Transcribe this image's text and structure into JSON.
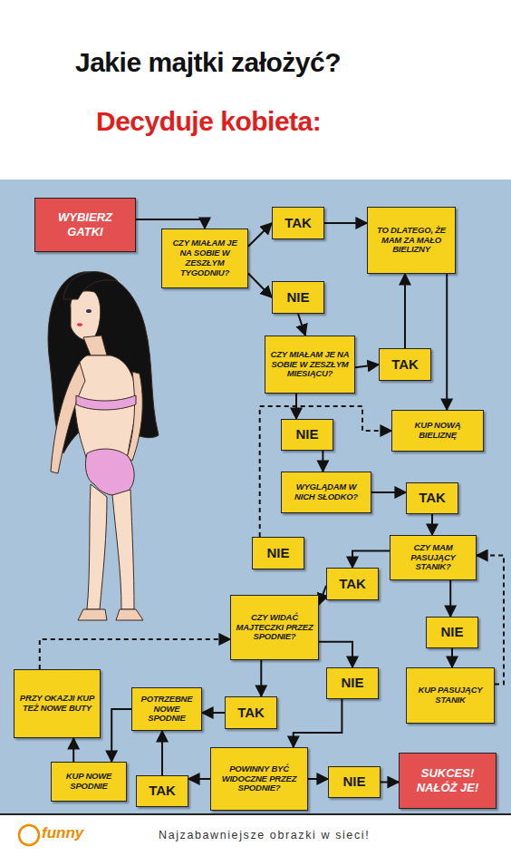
{
  "diagram": {
    "title": "Jakie majtki założyć?",
    "nodes": [
      {
        "text": [
          "WYBIERZ GATKI"
        ]
      },
      {
        "text": [
          "CZY MIAŁAM JE NA SOBIE W ZESZŁYM TYGODNIU?"
        ]
      },
      {
        "text": [
          "TAK"
        ]
      },
      {
        "text": [
          "TO DLATEGO, ŻE MAM ZA MAŁO BIELIZNY"
        ]
      },
      {
        "text": [
          "NIE"
        ]
      },
      {
        "text": [
          "CZY MIAŁAM JE NA SOBIE W ZESZŁYM MIESIĄCU?"
        ]
      },
      {
        "text": [
          "TAK"
        ]
      },
      {
        "text": [
          "NIE"
        ]
      },
      {
        "text": [
          "KUP NOWĄ BIELIZNĘ"
        ]
      },
      {
        "text": [
          "WYGLĄDAM W NICH SŁODKO?"
        ]
      },
      {
        "text": [
          "TAK"
        ]
      },
      {
        "text": [
          "NIE"
        ]
      },
      {
        "text": [
          "CZY MAM PASUJĄCY STANIK?"
        ]
      },
      {
        "text": [
          "TAK"
        ]
      },
      {
        "text": [
          "CZY WIDAĆ MAJTECZKI PRZEZ SPODNIE?"
        ]
      },
      {
        "text": [
          "NIE"
        ]
      },
      {
        "text": [
          "NIE"
        ]
      },
      {
        "text": [
          "KUP PASUJĄCY STANIK"
        ]
      },
      {
        "text": [
          "PRZY OKAZJI KUP TEŻ NOWE BUTY"
        ]
      },
      {
        "text": [
          "POTRZEBNE NOWE SPODNIE"
        ]
      },
      {
        "text": [
          "TAK"
        ]
      },
      {
        "text": [
          "KUP NOWE SPODNIE"
        ]
      },
      {
        "text": [
          "TAK"
        ]
      },
      {
        "text": [
          "POWINNY BYĆ WIDOCZNE PRZEZ SPODNIE?"
        ]
      },
      {
        "text": [
          "NIE"
        ]
      },
      {
        "text": [
          "SUKCES! NAŁÓŻ JE!"
        ]
      }
    ],
    "edges": [
      {
        "from": 0,
        "to": 1,
        "arrow": "to"
      },
      {
        "from": 1,
        "to": 2,
        "arrow": "to"
      },
      {
        "from": 1,
        "to": 4,
        "arrow": "to"
      },
      {
        "from": 2,
        "to": 3,
        "arrow": "to"
      },
      {
        "from": 4,
        "to": 5,
        "arrow": "to"
      },
      {
        "from": 5,
        "to": 6,
        "arrow": "to"
      },
      {
        "from": 6,
        "to": 3,
        "arrow": "to"
      },
      {
        "from": 3,
        "to": 8,
        "arrow": "to"
      },
      {
        "from": 5,
        "to": 7,
        "arrow": "to"
      },
      {
        "from": 7,
        "to": 9,
        "arrow": "to"
      },
      {
        "from": 11,
        "to": 8,
        "arrow": "to"
      },
      {
        "from": 9,
        "to": 10,
        "arrow": "to"
      },
      {
        "from": 10,
        "to": 12,
        "arrow": "to"
      },
      {
        "from": 12,
        "to": 13,
        "arrow": "to"
      },
      {
        "from": 13,
        "to": 14,
        "arrow": "to"
      },
      {
        "from": 12,
        "to": 15,
        "arrow": "to"
      },
      {
        "from": 14,
        "to": 16,
        "arrow": "to"
      },
      {
        "from": 14,
        "to": 20,
        "arrow": "to"
      },
      {
        "from": 15,
        "to": 17,
        "arrow": "to"
      },
      {
        "from": 17,
        "to": 12,
        "arrow": "to"
      },
      {
        "from": 20,
        "to": 19,
        "arrow": "to"
      },
      {
        "from": 19,
        "to": 21,
        "arrow": "to"
      },
      {
        "from": 21,
        "to": 18,
        "arrow": "to"
      },
      {
        "from": 18,
        "to": 14,
        "arrow": "to"
      },
      {
        "from": 22,
        "to": 19,
        "arrow": "to"
      },
      {
        "from": 23,
        "to": 22,
        "arrow": "to"
      },
      {
        "from": 16,
        "to": 23,
        "arrow": "to"
      },
      {
        "from": 23,
        "to": 24,
        "arrow": "to"
      },
      {
        "from": 24,
        "to": 25,
        "arrow": "to"
      }
    ],
    "labels": [
      "Decyduje kobieta:",
      "funny",
      "Najzabawniejsze obrazki w sieci!"
    ]
  }
}
